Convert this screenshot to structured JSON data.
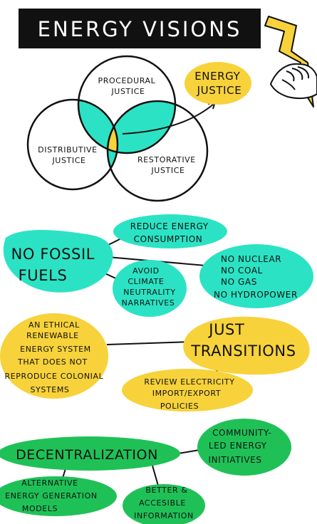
{
  "title": "ENERGY VISIONS",
  "colors": {
    "yellow": "#f7d23a",
    "teal": "#2be3c4",
    "green": "#1fc157",
    "black": "#111111"
  },
  "venn": {
    "procedural": [
      "PROCEDURAL",
      "JUSTICE"
    ],
    "distributive": [
      "DISTRIBUTIVE",
      "JUSTICE"
    ],
    "restorative": [
      "RESTORATIVE",
      "JUSTICE"
    ],
    "result": [
      "ENERGY",
      "JUSTICE"
    ]
  },
  "fossil": {
    "main": [
      "NO FOSSIL",
      "FUELS"
    ],
    "reduce": [
      "REDUCE ENERGY",
      "CONSUMPTION"
    ],
    "avoid": [
      "AVOID",
      "CLIMATE",
      "NEUTRALITY",
      "NARRATIVES"
    ],
    "no_list": [
      "NO NUCLEAR",
      "NO COAL",
      "NO GAS",
      "NO HYDROPOWER"
    ]
  },
  "transitions": {
    "main": [
      "JUST",
      "TRANSITIONS"
    ],
    "ethical": [
      "AN ETHICAL",
      "RENEWABLE",
      "ENERGY SYSTEM",
      "THAT DOES NOT",
      "REPRODUCE COLONIAL",
      "SYSTEMS"
    ],
    "review": [
      "REVIEW ELECTRICITY",
      "IMPORT/EXPORT",
      "POLICIES"
    ]
  },
  "decentral": {
    "main": "DECENTRALIZATION",
    "community": [
      "COMMUNITY-",
      "LED ENERGY",
      "INITIATIVES"
    ],
    "alternative": [
      "ALTERNATIVE",
      "ENERGY GENERATION",
      "MODELS"
    ],
    "better": [
      "BETTER &",
      "ACCESIBLE",
      "INFORMATION"
    ]
  }
}
